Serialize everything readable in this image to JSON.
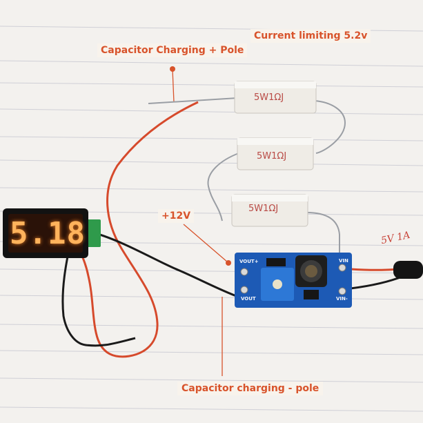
{
  "photo": {
    "description_kind": "photo of circuit on lined paper",
    "display": {
      "reading": "5.18"
    },
    "resistors": [
      {
        "marking": "5W1ΩJ"
      },
      {
        "marking": "5W1ΩJ"
      },
      {
        "marking": "5W1ΩJ"
      }
    ],
    "module_pins": {
      "vout_plus": "VOUT+",
      "vout": "VOUT",
      "vin": "VIN",
      "vin_minus": "VIN-"
    },
    "handwriting": "5V 1A"
  },
  "annotations": {
    "current_limiting": "Current limiting 5.2v",
    "cap_plus": "Capacitor Charging + Pole",
    "plus_12v": "+12V",
    "cap_minus": "Capacitor charging - pole"
  },
  "colors": {
    "annotation_text": "#d8532b",
    "annotation_bg": "#f8f3ec",
    "pcb": "#1d5ab5",
    "display_glow": "#ffb35c",
    "wire_red": "#d64a2c",
    "wire_black": "#1a1a1a"
  }
}
